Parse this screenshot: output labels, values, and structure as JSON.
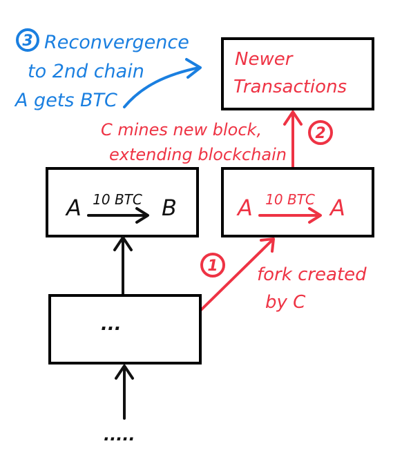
{
  "colors": {
    "black": "#111111",
    "red": "#ee3344",
    "blue": "#1a7fe0"
  },
  "annotation_reconvergence": {
    "step": "3",
    "line1": "Reconvergence",
    "line2": "to 2nd chain",
    "line3": "A gets BTC"
  },
  "box_newer": {
    "line1": "Newer",
    "line2": "Transactions"
  },
  "annotation_mine": {
    "line1": "C mines new block,",
    "line2": "extending blockchain",
    "step": "2"
  },
  "box_tx_left": {
    "from": "A",
    "amount": "10 BTC",
    "to": "B"
  },
  "box_tx_right": {
    "from": "A",
    "amount": "10 BTC",
    "to": "A"
  },
  "annotation_fork": {
    "step": "1",
    "line1": "fork created",
    "line2": "by C"
  },
  "box_base": {
    "label": "..."
  },
  "bottom": {
    "label": "....."
  }
}
